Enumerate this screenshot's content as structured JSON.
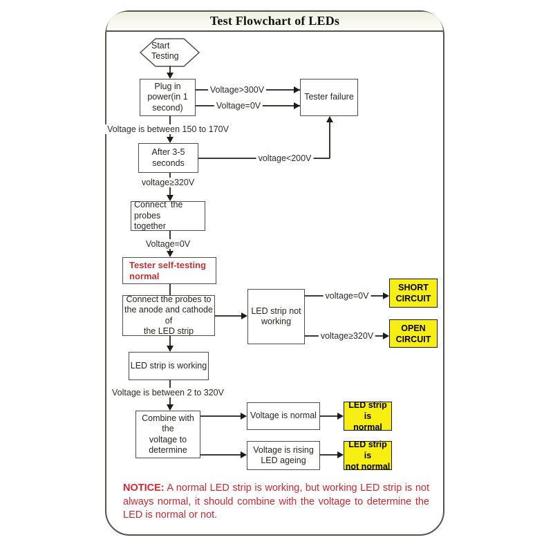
{
  "title": "Test Flowchart of LEDs",
  "nodes": {
    "start": [
      "Start",
      "Testing"
    ],
    "plug_in": [
      "Plug in",
      "power(in 1",
      "second)"
    ],
    "tester_failure": "Tester failure",
    "after": [
      "After 3-5",
      "seconds"
    ],
    "connect_probes": [
      "Connect the probes",
      "together"
    ],
    "self_test": "Tester self-testing normal",
    "connect_anode": [
      "Connect the probes to",
      "the anode and cathode of",
      "the LED strip"
    ],
    "not_working": [
      "LED strip not",
      "working"
    ],
    "short_circuit": [
      "SHORT",
      "CIRCUIT"
    ],
    "open_circuit": [
      "OPEN",
      "CIRCUIT"
    ],
    "working": "LED strip is working",
    "combine": [
      "Combine with the",
      "voltage to",
      "determine"
    ],
    "voltage_normal": "Voltage is normal",
    "voltage_rising": [
      "Voltage is rising",
      "LED ageing"
    ],
    "strip_normal": [
      "LED strip is",
      "normal"
    ],
    "strip_not_normal": [
      "LED strip is",
      "not normal"
    ]
  },
  "edge_labels": {
    "gt300": "Voltage>300V",
    "eq0_top": "Voltage=0V",
    "between_150_170": "Voltage is between 150 to 170V",
    "lt200": "voltage<200V",
    "ge320_top": "voltage≥320V",
    "eq0_mid": "Voltage=0V",
    "eq0_short": "voltage=0V",
    "ge320_open": "voltage≥320V",
    "between_2_320": "Voltage is between 2 to 320V"
  },
  "notice": {
    "prefix": "NOTICE:",
    "text": " A normal LED strip is working, but working LED strip is not always normal, it should combine with the voltage to determine the LED is normal or not."
  },
  "colors": {
    "highlight_yellow": "#f7ee14",
    "alert_red": "#cf2730",
    "frame_border": "#54544c"
  }
}
